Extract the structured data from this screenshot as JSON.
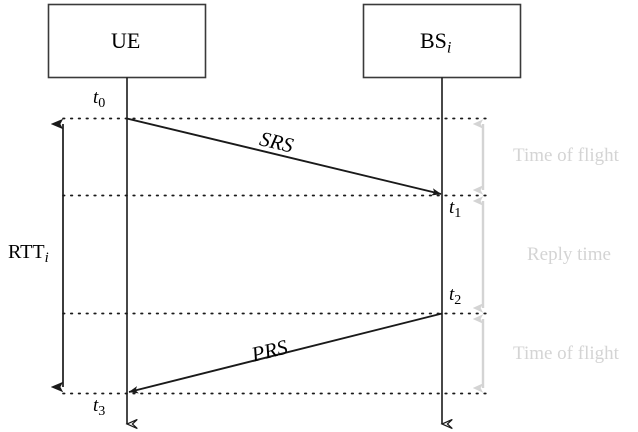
{
  "figure": {
    "type": "sequence-diagram",
    "background": "#ffffff",
    "line_color": "#1a1a1a",
    "accent_gray": "#d4d4d4"
  },
  "participants": [
    {
      "id": "ue",
      "label": "UE",
      "subscript": ""
    },
    {
      "id": "bs",
      "label": "BS",
      "subscript": "i"
    }
  ],
  "timestamps": [
    {
      "id": "t0",
      "base": "t",
      "subscript": "0"
    },
    {
      "id": "t1",
      "base": "t",
      "subscript": "1"
    },
    {
      "id": "t2",
      "base": "t",
      "subscript": "2"
    },
    {
      "id": "t3",
      "base": "t",
      "subscript": "3"
    }
  ],
  "messages": [
    {
      "id": "srs",
      "label": "SRS",
      "from": "ue",
      "to": "bs",
      "start_time": "t0",
      "end_time": "t1"
    },
    {
      "id": "prs",
      "label": "PRS",
      "from": "bs",
      "to": "ue",
      "start_time": "t2",
      "end_time": "t3"
    }
  ],
  "intervals": [
    {
      "id": "tof1",
      "label": "Time of flight",
      "from_time": "t0",
      "to_time": "t1"
    },
    {
      "id": "reply",
      "label": "Reply time",
      "from_time": "t1",
      "to_time": "t2"
    },
    {
      "id": "tof2",
      "label": "Time of flight",
      "from_time": "t2",
      "to_time": "t3"
    }
  ],
  "measurement": {
    "id": "rtt",
    "base": "RTT",
    "subscript": "i",
    "from_time": "t0",
    "to_time": "t3"
  }
}
